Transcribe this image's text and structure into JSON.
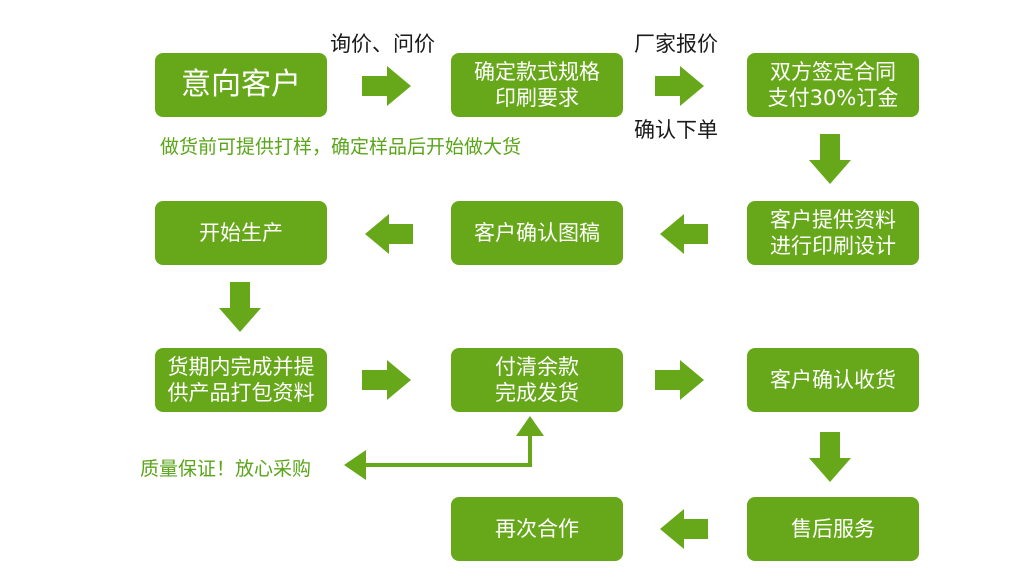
{
  "colors": {
    "accent": "#66a81a",
    "note": "#5aa51a"
  },
  "steps": {
    "s1": "意向客户",
    "s2": "确定款式规格\n印刷要求",
    "s3": "双方签定合同\n支付30%订金",
    "s4": "客户提供资料\n进行印刷设计",
    "s5": "客户确认图稿",
    "s6": "开始生产",
    "s7": "货期内完成并提\n供产品打包资料",
    "s8": "付清余款\n完成发货",
    "s9": "客户确认收货",
    "s10": "售后服务",
    "s11": "再次合作"
  },
  "labels": {
    "inquiry": "询价、问价",
    "factory_quote": "厂家报价",
    "confirm_order": "确认下单"
  },
  "notes": {
    "sample_note": "做货前可提供打样，确定样品后开始做大货",
    "quality_note": "质量保证！放心采购"
  }
}
